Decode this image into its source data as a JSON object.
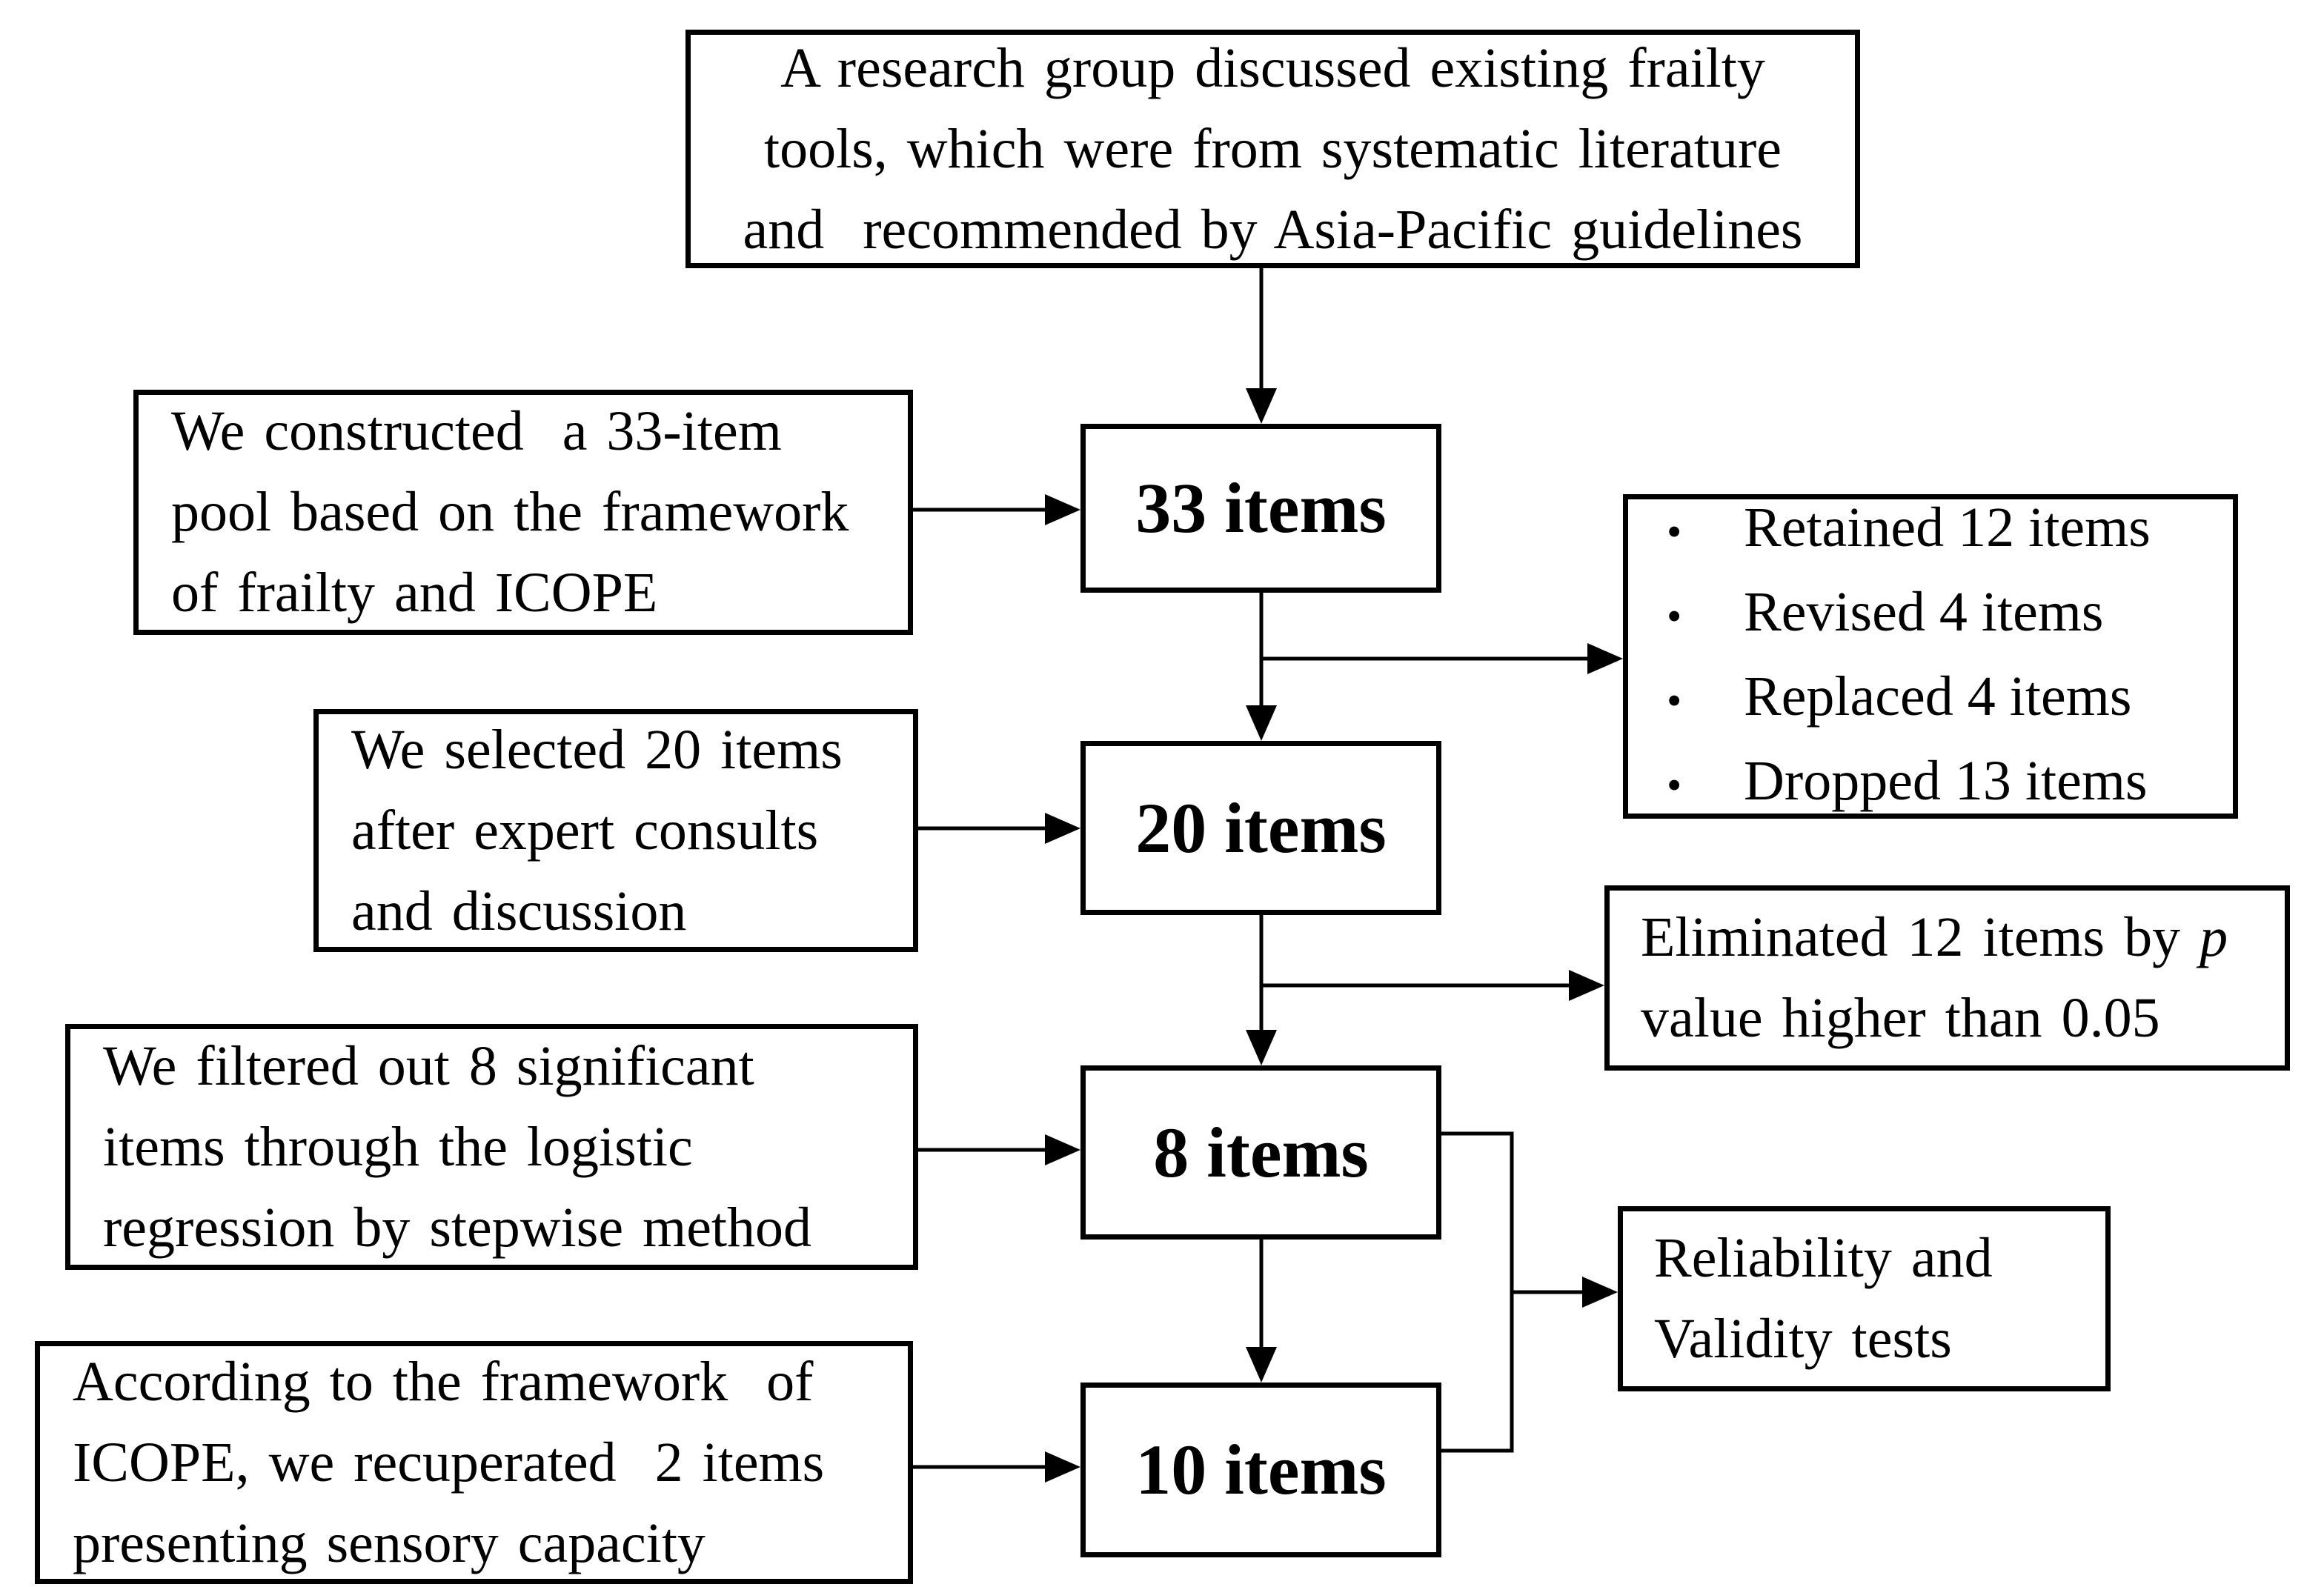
{
  "figure": {
    "background_color": "#ffffff",
    "line_color": "#000000",
    "description": "Flowchart of frailty screening tool item selection"
  },
  "top_box": {
    "lines": [
      "A research group discussed existing frailty",
      "tools, which were from systematic literature",
      "and  recommended by Asia-Pacific guidelines"
    ]
  },
  "left_boxes": [
    {
      "id": "constructed-pool",
      "lines": [
        "We constructed  a 33-item",
        "pool based on the framework",
        "of frailty and ICOPE"
      ]
    },
    {
      "id": "selected-20",
      "lines": [
        "We selected 20 items",
        "after expert consults",
        "and discussion"
      ]
    },
    {
      "id": "filtered-8",
      "lines": [
        "We filtered out 8 significant",
        "items through the logistic",
        "regression by stepwise method"
      ]
    },
    {
      "id": "recuperated-2",
      "lines": [
        "According to the framework  of",
        "ICOPE, we recuperated  2 items",
        "presenting sensory capacity"
      ]
    }
  ],
  "center_nodes": [
    {
      "label": "33 items"
    },
    {
      "label": "20 items"
    },
    {
      "label": "8 items"
    },
    {
      "label": "10 items"
    }
  ],
  "right_panels": {
    "changes": {
      "bullet": "•",
      "items": [
        "Retained 12 items",
        "Revised 4 items",
        "Replaced 4 items",
        "Dropped 13 items"
      ]
    },
    "eliminated": {
      "line1_prefix": "Eliminated 12 items by ",
      "p_symbol": "p",
      "line2": "value higher than 0.05"
    },
    "tests": {
      "lines": [
        "Reliability and",
        "Validity tests"
      ]
    }
  }
}
